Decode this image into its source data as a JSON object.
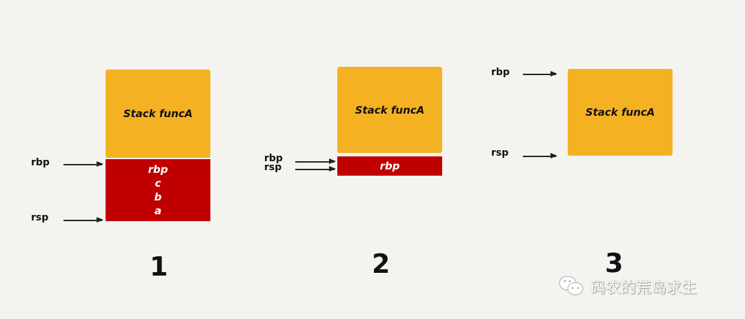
{
  "panels": [
    {
      "number": "1",
      "frame": "Stack funcA",
      "rbp": "rbp",
      "rsp": "rsp",
      "stack_items": [
        "rbp",
        "c",
        "b",
        "a"
      ]
    },
    {
      "number": "2",
      "frame": "Stack funcA",
      "rbp": "rbp",
      "rsp": "rsp",
      "stack_items": [
        "rbp"
      ]
    },
    {
      "number": "3",
      "frame": "Stack funcA",
      "rbp": "rbp",
      "rsp": "rsp"
    }
  ],
  "watermark": "码农的荒岛求生",
  "colors": {
    "frame": "#f4b223",
    "pushed": "#c00000"
  }
}
